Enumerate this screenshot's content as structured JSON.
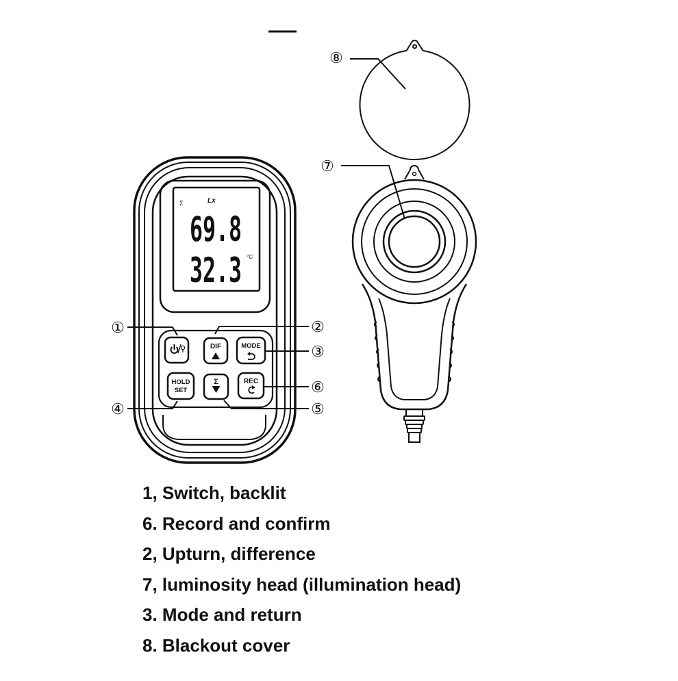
{
  "device": {
    "display": {
      "sigma": "Σ",
      "unit_lux": "Lx",
      "reading_main": "69.8",
      "reading_temp": "32.3",
      "unit_temp": "°C"
    },
    "buttons": {
      "dif_label": "DIF",
      "mode_label": "MODE",
      "hold_label": "HOLD",
      "set_label": "SET",
      "sigma_label": "Σ",
      "rec_label": "REC"
    }
  },
  "callouts": {
    "c1": "①",
    "c2": "②",
    "c3": "③",
    "c4": "④",
    "c5": "⑤",
    "c6": "⑥",
    "c7": "⑦",
    "c8": "⑧"
  },
  "legend": [
    "1, Switch, backlit",
    "6. Record and confirm",
    "2, Upturn, difference",
    "7, luminosity head (illumination head)",
    "3. Mode and return",
    "8. Blackout cover"
  ],
  "icons": [
    "power-backlight-icon",
    "up-arrow-icon",
    "return-arrow-icon",
    "down-arrow-icon",
    "redo-arrow-icon"
  ]
}
